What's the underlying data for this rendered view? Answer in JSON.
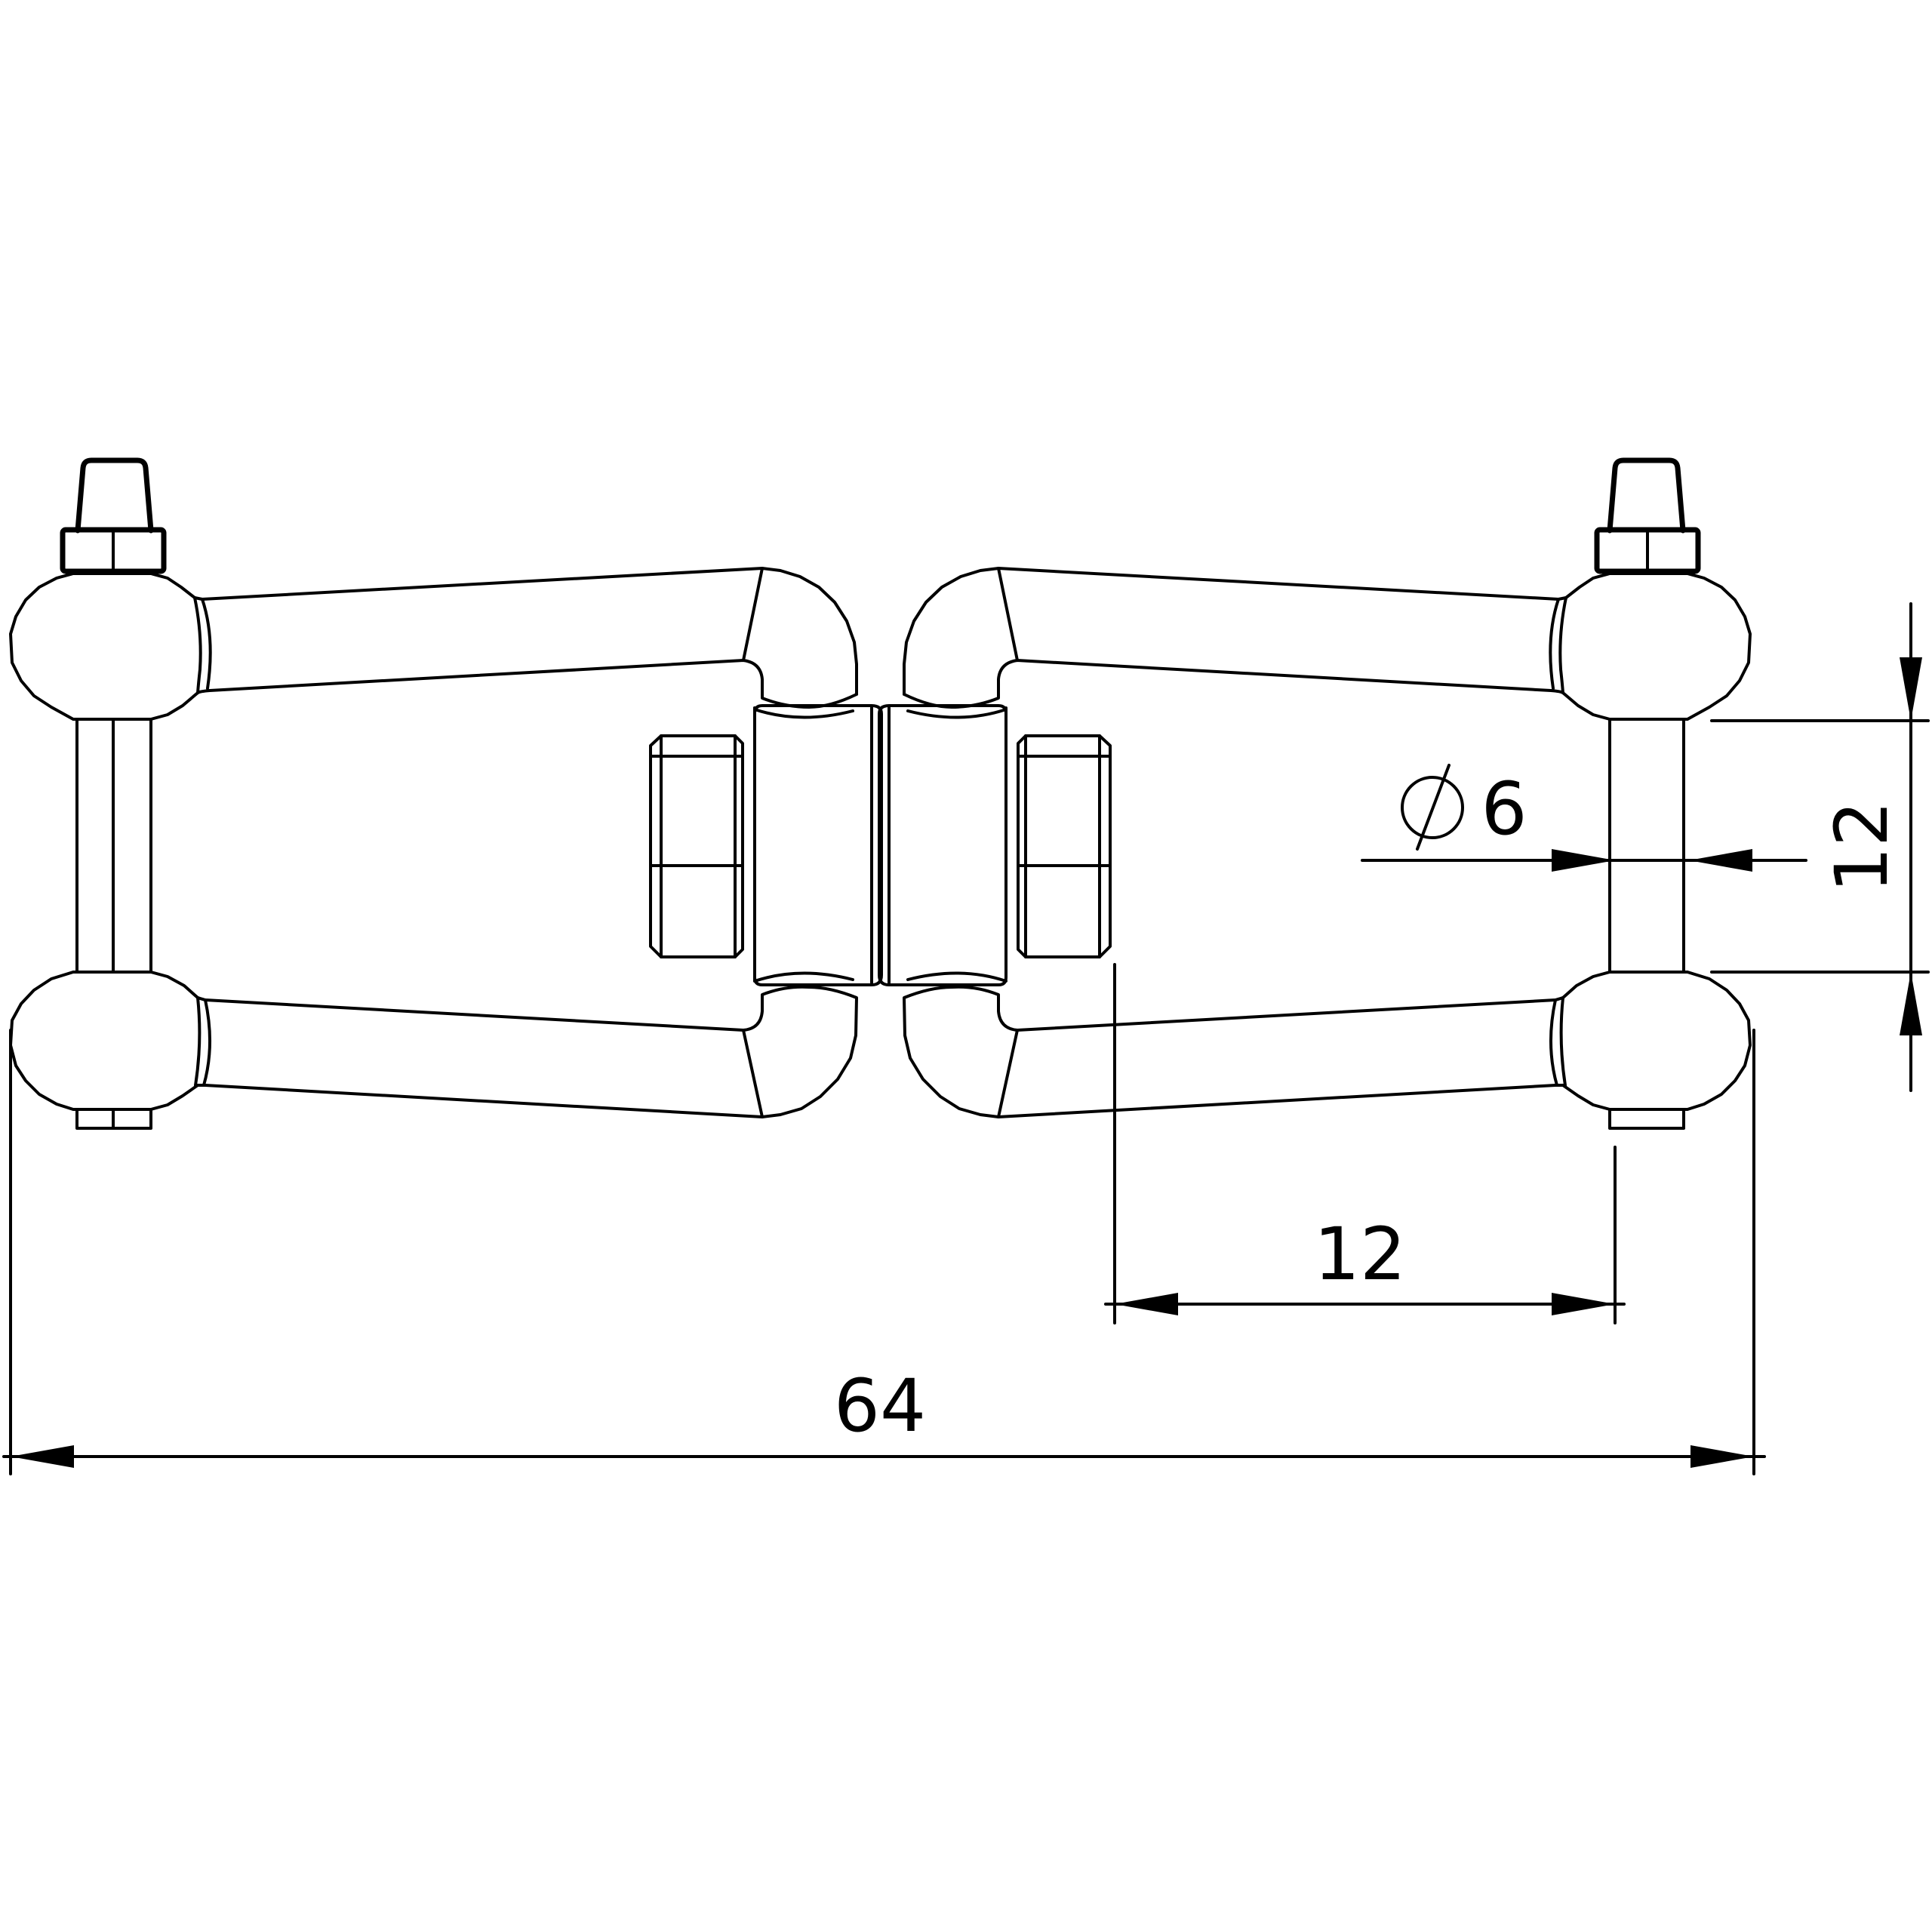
{
  "drawing": {
    "subject": "",
    "dimensions": {
      "overall_length": "64",
      "shackle_inner_width": "12",
      "shackle_inner_height": "12",
      "pin_diameter_symbol": "⌀",
      "pin_diameter_value": "6"
    }
  }
}
